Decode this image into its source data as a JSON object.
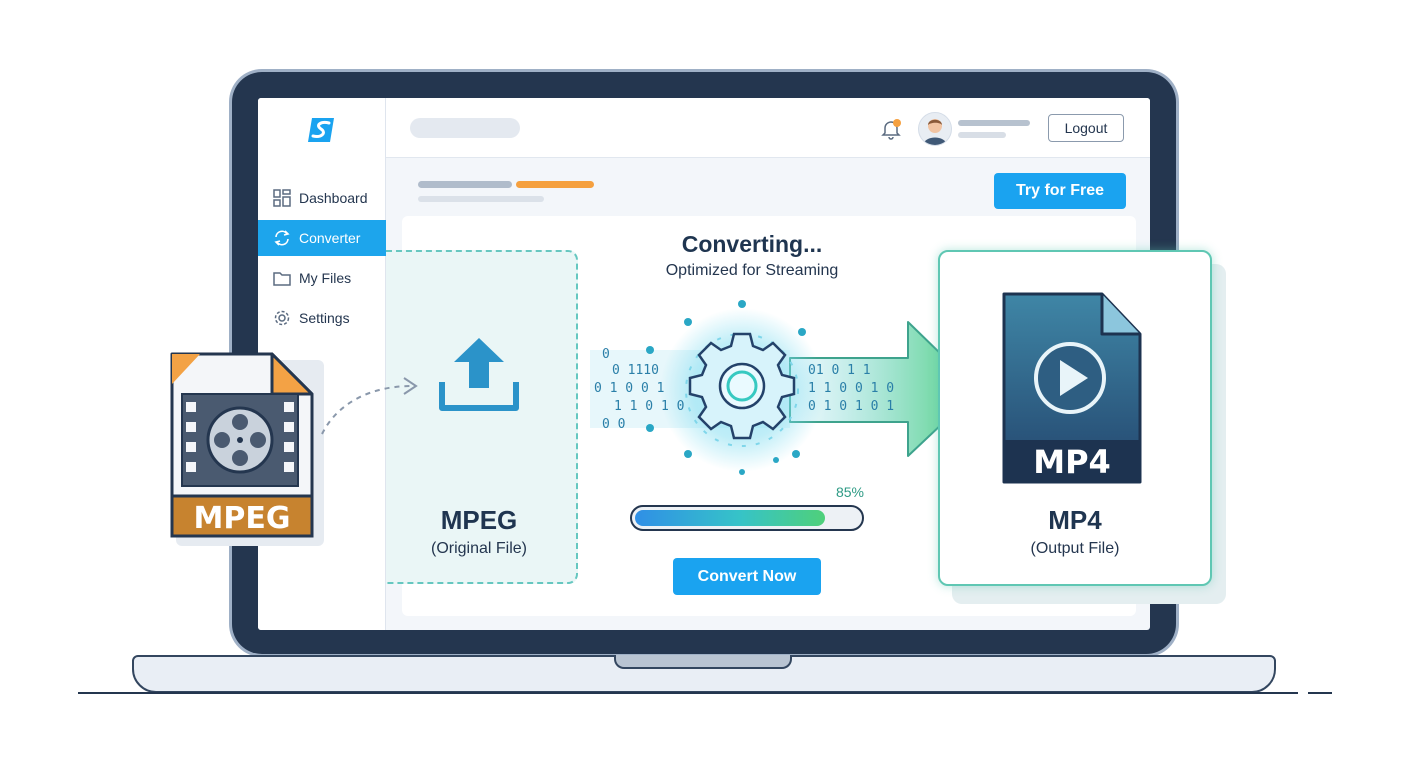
{
  "sidebar": {
    "items": [
      {
        "label": "Dashboard",
        "icon": "dashboard-icon",
        "active": false
      },
      {
        "label": "Converter",
        "icon": "refresh-icon",
        "active": true
      },
      {
        "label": "My Files",
        "icon": "folder-icon",
        "active": false
      },
      {
        "label": "Settings",
        "icon": "gear-icon",
        "active": false
      }
    ]
  },
  "header": {
    "logout_label": "Logout",
    "notification_dot_color": "#f5a03f"
  },
  "main": {
    "try_free_label": "Try for Free",
    "status_title": "Converting...",
    "status_subtitle": "Optimized for Streaming",
    "progress_percent": 85,
    "progress_label": "85%",
    "convert_button_label": "Convert Now"
  },
  "source": {
    "format": "MPEG",
    "caption": "(Original File)",
    "file_badge": "MPEG"
  },
  "output": {
    "format": "MP4",
    "caption": "(Output File)",
    "file_badge": "MP4"
  },
  "binary": {
    "left": [
      "0",
      "0 1110",
      "0   1 0 0 1",
      "1 1 0 1 0",
      "0   0"
    ],
    "right": [
      "01 0   1   1",
      "1 1 0  0 1 0",
      "0 1  0  1 0 1"
    ]
  },
  "colors": {
    "accent": "#1aa3f0",
    "teal": "#5fc7b3",
    "green": "#4fd07a",
    "orange": "#f5a03f",
    "dark": "#24364f"
  }
}
